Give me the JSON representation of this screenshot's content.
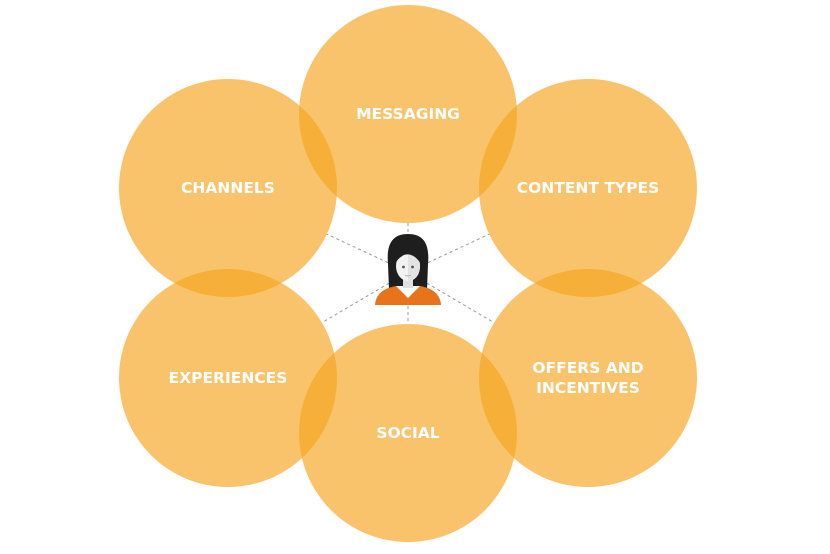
{
  "diagram": {
    "type": "venn-ring",
    "center_icon": "woman-avatar-icon",
    "circle_color": "#f5a623",
    "shirt_color": "#e8731a",
    "hair_color": "#1e1e1e",
    "nodes": [
      {
        "id": "messaging",
        "lines": [
          "MESSAGING"
        ]
      },
      {
        "id": "content-types",
        "lines": [
          "CONTENT TYPES"
        ]
      },
      {
        "id": "offers-and-incentives",
        "lines": [
          "OFFERS AND",
          "INCENTIVES"
        ]
      },
      {
        "id": "social",
        "lines": [
          "SOCIAL"
        ]
      },
      {
        "id": "experiences",
        "lines": [
          "EXPERIENCES"
        ]
      },
      {
        "id": "channels",
        "lines": [
          "CHANNELS"
        ]
      }
    ]
  }
}
